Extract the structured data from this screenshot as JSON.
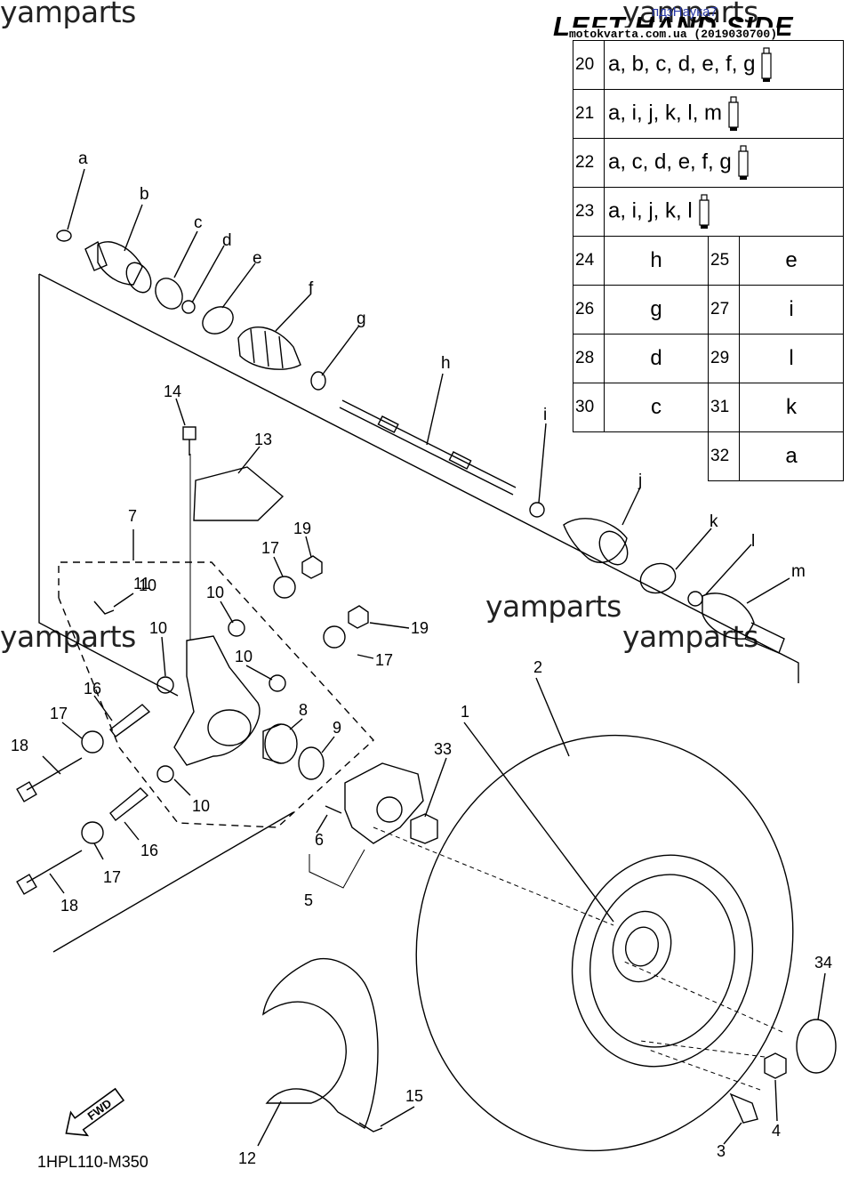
{
  "header": {
    "title": "LEFT HAND SIDE",
    "stamp_top": "пдзНаука7",
    "stamp_url": "motokvarta.com.ua (2019030700)"
  },
  "watermarks": [
    "yamparts",
    "yamparts",
    "yamparts",
    "yamparts",
    "yamparts"
  ],
  "diagram_code": "1HPL110-M350",
  "kit_table": {
    "single_rows": [
      {
        "num": "20",
        "parts": "a, b, c, d, e, f, g"
      },
      {
        "num": "21",
        "parts": "a, i, j, k, l, m"
      },
      {
        "num": "22",
        "parts": "a, c, d, e, f, g"
      },
      {
        "num": "23",
        "parts": "a, i, j, k, l"
      }
    ],
    "pair_rows": [
      {
        "num1": "24",
        "part1": "h",
        "num2": "25",
        "part2": "e"
      },
      {
        "num1": "26",
        "part1": "g",
        "num2": "27",
        "part2": "i"
      },
      {
        "num1": "28",
        "part1": "d",
        "num2": "29",
        "part2": "l"
      },
      {
        "num1": "30",
        "part1": "c",
        "num2": "31",
        "part2": "k"
      }
    ],
    "last_row": {
      "num": "32",
      "part": "a"
    }
  },
  "letter_labels": [
    "a",
    "b",
    "c",
    "d",
    "e",
    "f",
    "g",
    "h",
    "i",
    "j",
    "k",
    "l",
    "m"
  ],
  "number_labels": [
    "1",
    "2",
    "3",
    "4",
    "5",
    "6",
    "7",
    "8",
    "9",
    "10",
    "10",
    "10",
    "10",
    "10",
    "11",
    "12",
    "13",
    "14",
    "15",
    "16",
    "16",
    "17",
    "17",
    "17",
    "17",
    "17",
    "18",
    "18",
    "19",
    "19",
    "33",
    "34"
  ],
  "badge": {
    "fwd": "FWD"
  },
  "icons": [
    "grease-tube-icon",
    "fwd-arrow-icon"
  ]
}
